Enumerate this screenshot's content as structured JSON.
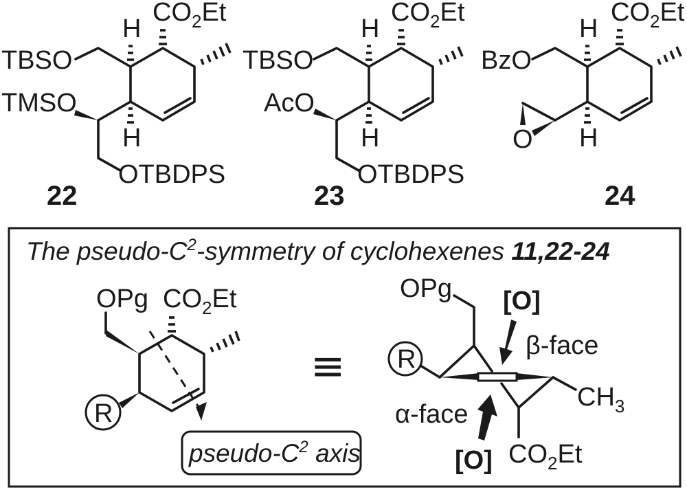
{
  "compounds": [
    {
      "number": "22",
      "ester": "CO",
      "ester_sub": "2",
      "ester_tail": "Et",
      "h_top": "H",
      "h_bottom": "H",
      "group_top": "TBSO",
      "group_mid": "TMSO",
      "group_bottom": "OTBDPS"
    },
    {
      "number": "23",
      "ester": "CO",
      "ester_sub": "2",
      "ester_tail": "Et",
      "h_top": "H",
      "h_bottom": "H",
      "group_top": "TBSO",
      "group_mid": "AcO",
      "group_bottom": "OTBDPS"
    },
    {
      "number": "24",
      "ester": "CO",
      "ester_sub": "2",
      "ester_tail": "Et",
      "h_top": "H",
      "h_bottom": "H",
      "group_top": "BzO",
      "epoxide_o": "O"
    }
  ],
  "box": {
    "title_prefix": "The pseudo-C",
    "title_sup": "2",
    "title_suffix": "-symmetry of  cyclohexenes ",
    "title_bold": "11,22-24",
    "left": {
      "opg": "OPg",
      "ester": "CO",
      "ester_sub": "2",
      "ester_tail": "Et",
      "r_label": "R",
      "axis_label_prefix": "pseudo-C",
      "axis_label_sup": "2",
      "axis_label_suffix": " axis"
    },
    "equiv_symbol": "≡",
    "right": {
      "opg": "OPg",
      "r_label": "R",
      "oxidant_top": "[O]",
      "beta_face": "β-face",
      "alpha_face": "α-face",
      "oxidant_bottom": "[O]",
      "methyl": "CH",
      "methyl_sub": "3",
      "ester": "CO",
      "ester_sub": "2",
      "ester_tail": "Et"
    }
  }
}
